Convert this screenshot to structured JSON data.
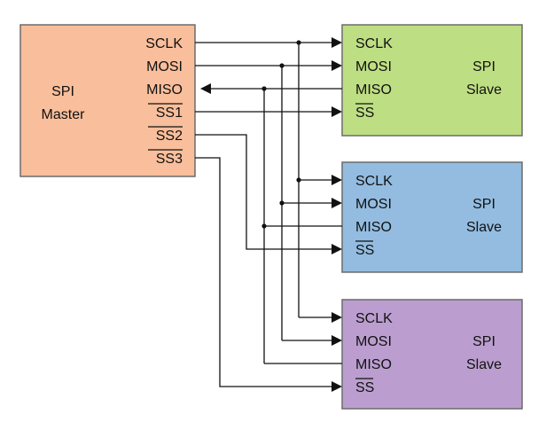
{
  "master": {
    "title_line1": "SPI",
    "title_line2": "Master",
    "fill": "#F9BE9B",
    "pins": [
      "SCLK",
      "MOSI",
      "MISO",
      "SS1",
      "SS2",
      "SS3"
    ]
  },
  "slaves": [
    {
      "title_line1": "SPI",
      "title_line2": "Slave",
      "fill": "#BEDE83",
      "pins": [
        "SCLK",
        "MOSI",
        "MISO",
        "SS"
      ]
    },
    {
      "title_line1": "SPI",
      "title_line2": "Slave",
      "fill": "#93BCE0",
      "pins": [
        "SCLK",
        "MOSI",
        "MISO",
        "SS"
      ]
    },
    {
      "title_line1": "SPI",
      "title_line2": "Slave",
      "fill": "#BB9ECF",
      "pins": [
        "SCLK",
        "MOSI",
        "MISO",
        "SS"
      ]
    }
  ]
}
